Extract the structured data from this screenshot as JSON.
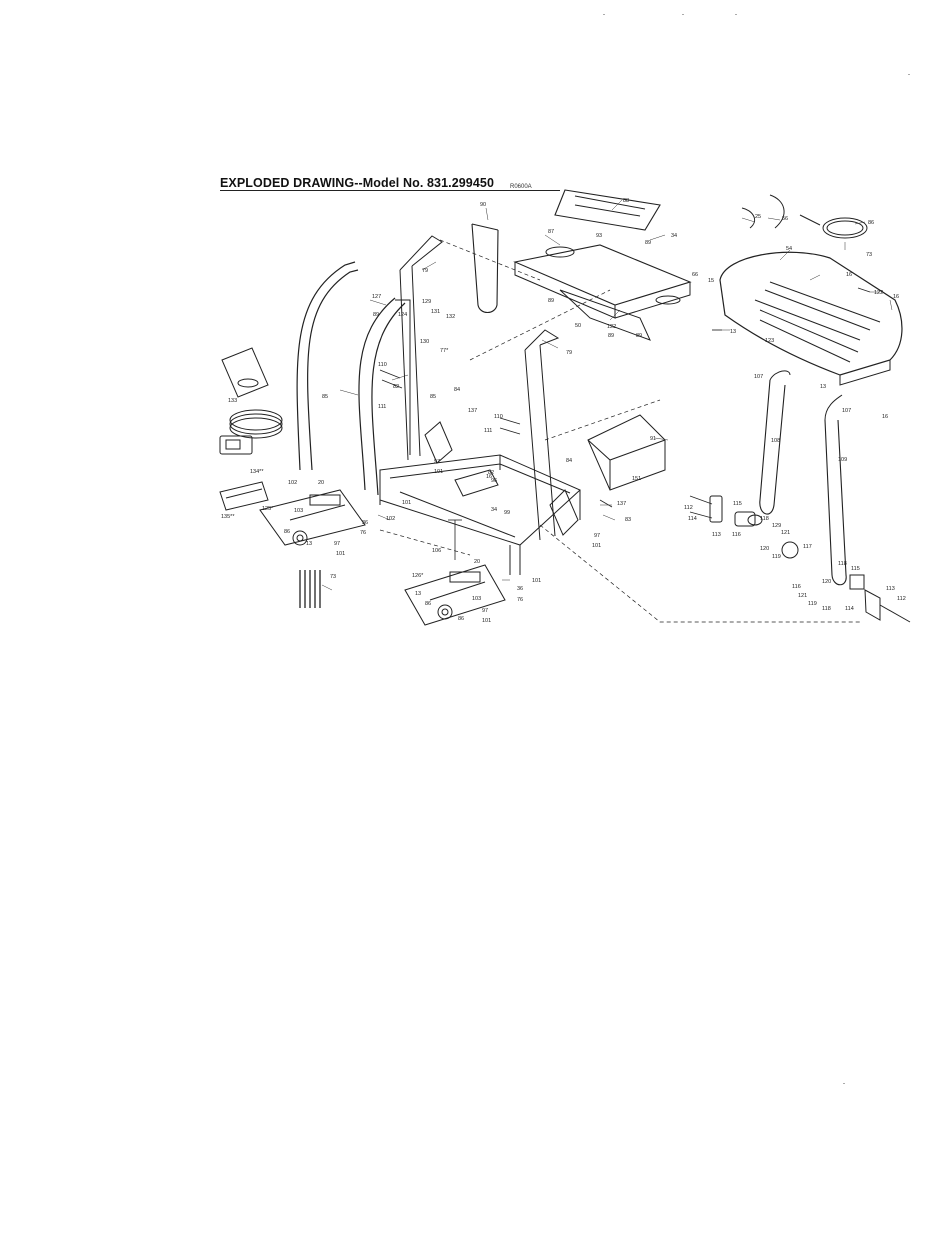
{
  "header": {
    "title": "EXPLODED DRAWING--Model No. 831.299450",
    "drawing_code": "R0600A"
  },
  "callouts": {
    "c20": "20",
    "c25": "25",
    "c13": "13",
    "c15": "15",
    "c16": "16",
    "c34": "34",
    "c36": "36",
    "c50": "50",
    "c54": "54",
    "c56": "56",
    "c66": "66",
    "c73": "73",
    "c76": "76",
    "c77": "77*",
    "c79": "79",
    "c82": "82",
    "c83": "83",
    "c84": "84",
    "c85": "85",
    "c86": "86",
    "c87": "87",
    "c88": "88",
    "c89": "89",
    "c90": "90",
    "c91": "91",
    "c92": "92",
    "c93": "93",
    "c96": "96",
    "c97": "97",
    "c99": "99",
    "c100": "100",
    "c101": "101",
    "c102": "102",
    "c103": "103",
    "c104": "104",
    "c106": "106",
    "c107": "107",
    "c108": "108",
    "c109": "109",
    "c110": "110",
    "c111": "111",
    "c112": "112",
    "c113": "113",
    "c114": "114",
    "c115": "115",
    "c116": "116",
    "c117": "117",
    "c118": "118",
    "c119": "119",
    "c120": "120",
    "c121": "121",
    "c122": "122",
    "c123": "123",
    "c124": "124",
    "c125": "125*",
    "c126": "126*",
    "c127": "127",
    "c129": "129",
    "c130": "130",
    "c131": "131",
    "c132": "132",
    "c133": "133",
    "c134": "134**",
    "c135": "135**",
    "c137": "137",
    "c151": "151"
  }
}
